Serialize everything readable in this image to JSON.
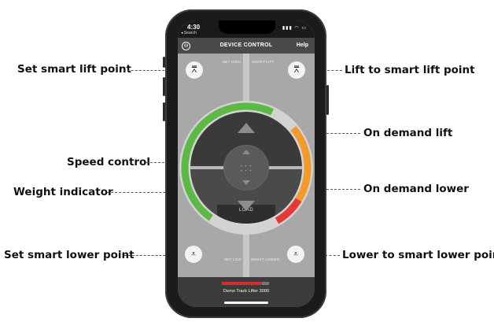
{
  "callouts": {
    "set_smart_lift_point": "Set smart lift point",
    "lift_to_smart_lift_point": "Lift to smart lift point",
    "on_demand_lift": "On demand lift",
    "speed_control": "Speed control",
    "weight_indicator": "Weight indicator",
    "on_demand_lower": "On demand lower",
    "set_smart_lower_point": "Set smart lower point",
    "lower_to_smart_lower_point": "Lower to smart lower point"
  },
  "status_bar": {
    "time": "4:30",
    "back_label": "◂ Search",
    "icons": "▮▮▮ ◠ ▭"
  },
  "nav": {
    "back_icon": "⊖",
    "title": "DEVICE CONTROL",
    "help": "Help"
  },
  "controls": {
    "set_high": "SET HIGH",
    "smart_lift": "SMART LIFT",
    "set_low": "SET LOW",
    "smart_lower": "SMART LOWER",
    "lift_icon": "⩞",
    "lower_icon": "⩡"
  },
  "dial": {
    "load_label": "LOAD",
    "dots": "• • •\n• • •",
    "weight_level": 0.5,
    "speed_level": 0.35
  },
  "footer": {
    "progress": 0.85,
    "device_name": "Demo Track Lifter 3000"
  },
  "colors": {
    "weight_green": "#5cb946",
    "speed_orange": "#f39a2b",
    "speed_red": "#e53935",
    "progress_red": "#d32f2f"
  }
}
